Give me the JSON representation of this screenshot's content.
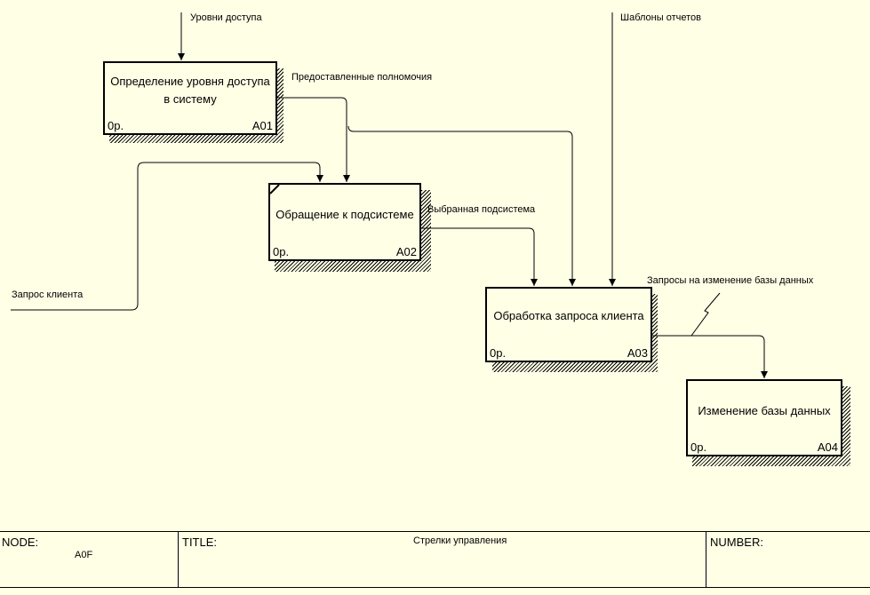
{
  "boxes": [
    {
      "id": "A01",
      "title": "Определение уровня  доступа\nв систему",
      "cost": "0р.",
      "number": "A01"
    },
    {
      "id": "A02",
      "title": "Обращение к подсистеме",
      "cost": "0р.",
      "number": "A02"
    },
    {
      "id": "A03",
      "title": "Обработка запроса клиента",
      "cost": "0р.",
      "number": "A03"
    },
    {
      "id": "A04",
      "title": "Изменение базы данных",
      "cost": "0р.",
      "number": "A04"
    }
  ],
  "arrows": {
    "access_levels": "Уровни доступа",
    "report_templates": "Шаблоны отчетов",
    "granted_permissions": "Предоставленные полномочия",
    "selected_subsystem": "Выбранная подсистема",
    "client_request": "Запрос клиента",
    "db_change_requests": "Запросы на изменение базы данных"
  },
  "footer": {
    "node_label": "NODE:",
    "node_value": "A0F",
    "title_label": "TITLE:",
    "title_value": "Стрелки управления",
    "number_label": "NUMBER:"
  }
}
